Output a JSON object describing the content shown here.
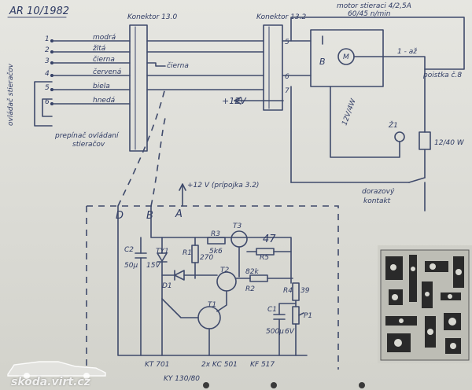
{
  "header": {
    "ref": "AR 10/1982"
  },
  "labels": {
    "connector_left": "Konektor 13.0",
    "connector_right": "Konektor 13.2",
    "motor_title_1": "motor stieraci 4/2,5A",
    "motor_title_2": "60/45 n/min",
    "modra": "modrá",
    "zlta": "žltá",
    "cierna_1": "čierna",
    "cierna_2": "čierna",
    "cervena": "červená",
    "biela": "biela",
    "hneda": "hnedá",
    "prepinac_1": "prepínač ovládaní",
    "prepinac_2": "stieračov",
    "side_note": "ovládač stieračov",
    "plus12v": "+12V",
    "plus12v_b": "+12 V (prípojka 3.2)",
    "wire_12v": "12V/4W",
    "lamp_z1": "Ž1",
    "bulb": "12/40 W",
    "poistka": "poistka č.8",
    "wire_1": "1 - až",
    "dorazovy_1": "dorazový",
    "dorazovy_2": "kontakt",
    "mark_B_motor": "B",
    "mark_D": "D",
    "mark_B": "B",
    "mark_A": "A",
    "pin_5": "5",
    "pin_6": "6",
    "pin_7": "7",
    "pin_1": "1",
    "pin_2": "2",
    "pin_3": "3",
    "pin_4": "4",
    "pin_5b": "5",
    "pin_6b": "6",
    "c2": "C2",
    "c2_val": "50μ",
    "c2_v": "15V",
    "ty1": "TY1",
    "r1": "R1",
    "r1_val": "270",
    "r3": "R3",
    "r3_val": "5k6",
    "t3": "T3",
    "r5": "R5",
    "r5_val": "47",
    "d1": "D1",
    "t2": "T2",
    "r2": "R2",
    "r2_val": "82k",
    "t1": "T1",
    "r4": "R4",
    "r4_val": "39",
    "p1": "P1",
    "c1": "C1",
    "c1_val": "500μ",
    "c1_v": "6V",
    "part_kt701": "KT 701",
    "part_ky": "KY 130/80",
    "part_kc": "2x KC 501",
    "part_kf": "KF 517"
  },
  "watermark": {
    "text": "skoda.virt.cz"
  }
}
